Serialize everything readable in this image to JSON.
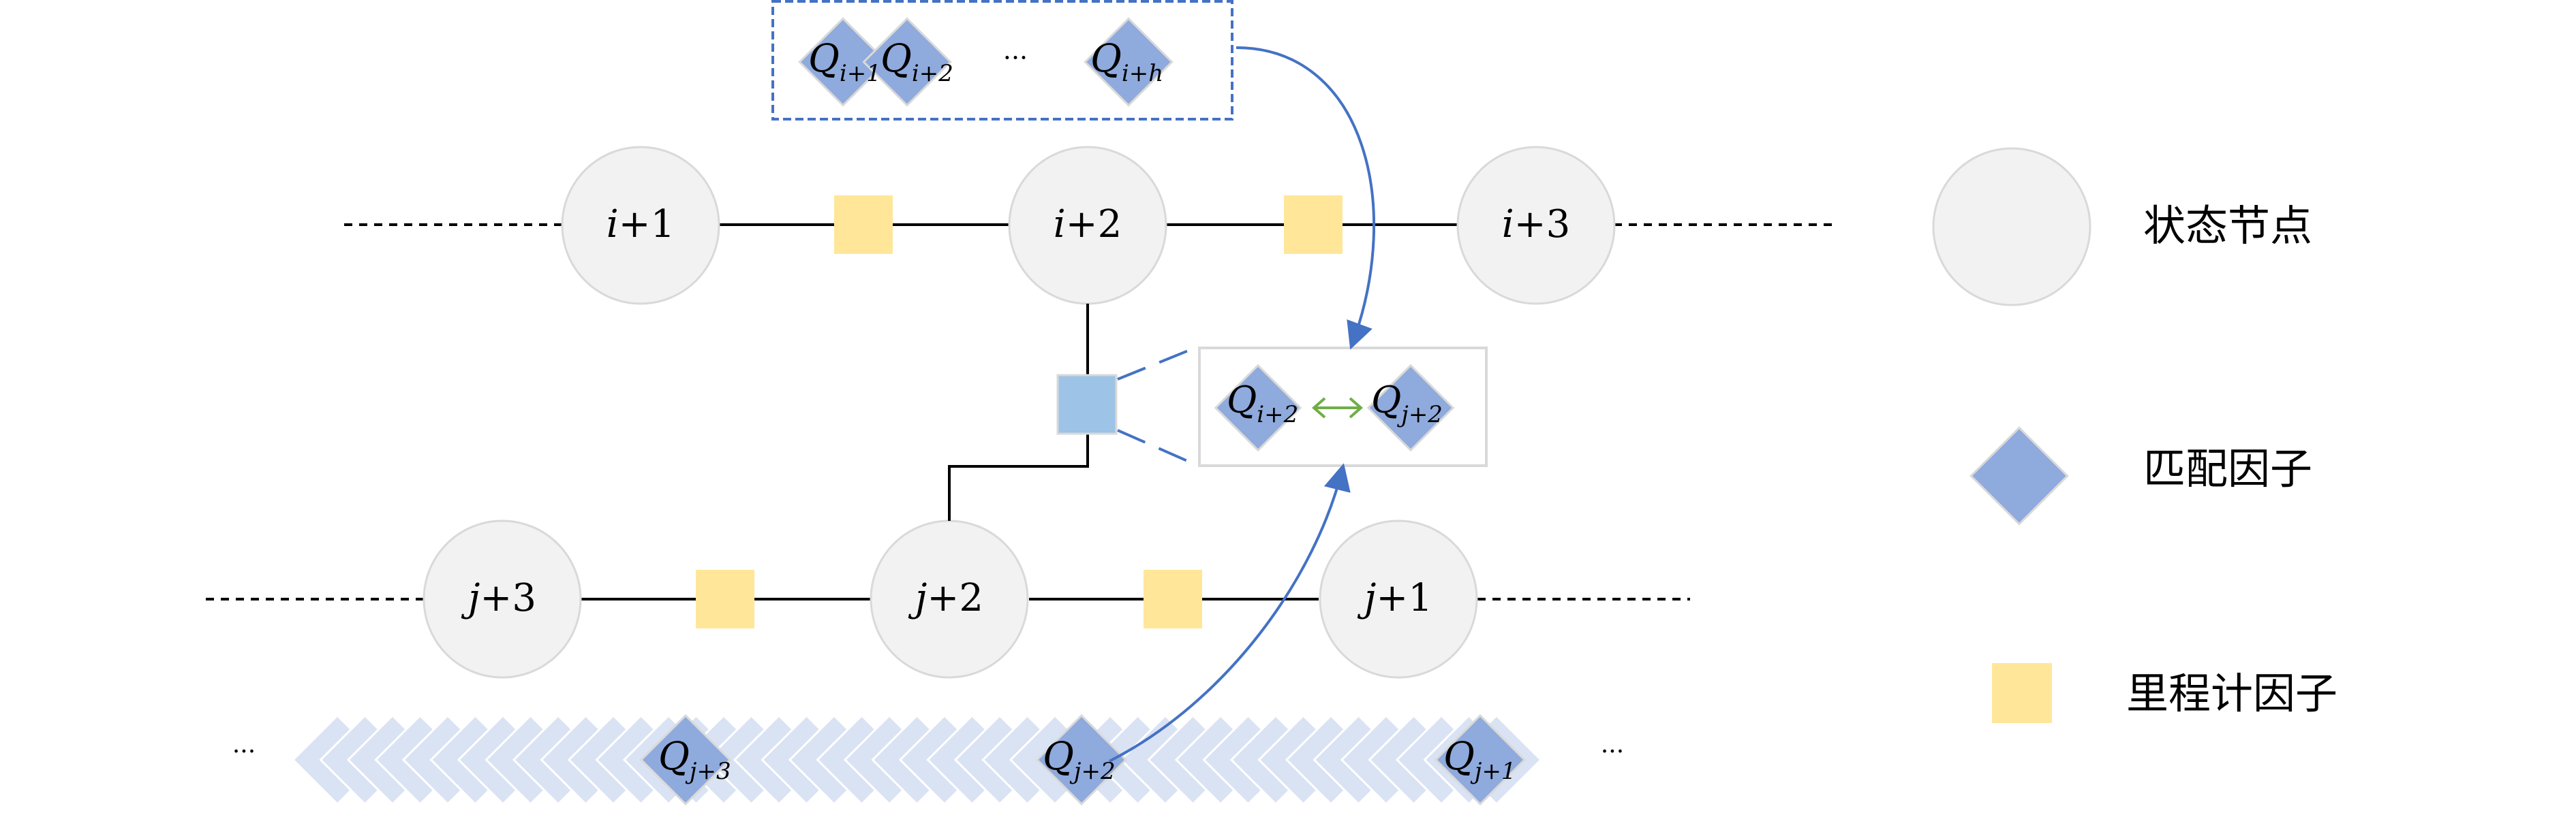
{
  "colors": {
    "state_fill": "#f2f2f2",
    "state_stroke": "#d9d9d9",
    "match_fill": "#8faadc",
    "match_faded_fill": "#dae3f3",
    "odometry_fill": "#ffe699",
    "selected_factor_fill": "#9dc3e6",
    "arrow": "#4472c4",
    "double_arrow": "#70ad47",
    "box_dashed": "#4472c4",
    "line": "#000000"
  },
  "top_row": {
    "nodes": [
      {
        "base": "i",
        "suffix": "+1"
      },
      {
        "base": "i",
        "suffix": "+2"
      },
      {
        "base": "i",
        "suffix": "+3"
      }
    ]
  },
  "bottom_row": {
    "nodes": [
      {
        "base": "j",
        "suffix": "+3"
      },
      {
        "base": "j",
        "suffix": "+2"
      },
      {
        "base": "j",
        "suffix": "+1"
      }
    ]
  },
  "top_box": {
    "items": [
      {
        "q": "Q",
        "sub": "i+1"
      },
      {
        "q": "Q",
        "sub": "i+2"
      },
      {
        "q": "Q",
        "sub": "i+h"
      }
    ],
    "ellipsis": "···"
  },
  "match_box": {
    "left": {
      "q": "Q",
      "sub": "i+2"
    },
    "right": {
      "q": "Q",
      "sub": "j+2"
    }
  },
  "strip": {
    "left_ellipsis": "···",
    "right_ellipsis": "···",
    "highlighted": [
      {
        "q": "Q",
        "sub": "j+3"
      },
      {
        "q": "Q",
        "sub": "j+2"
      },
      {
        "q": "Q",
        "sub": "j+1"
      }
    ]
  },
  "legend": {
    "state_node": "状态节点",
    "match_factor": "匹配因子",
    "odometry_factor": "里程计因子"
  }
}
